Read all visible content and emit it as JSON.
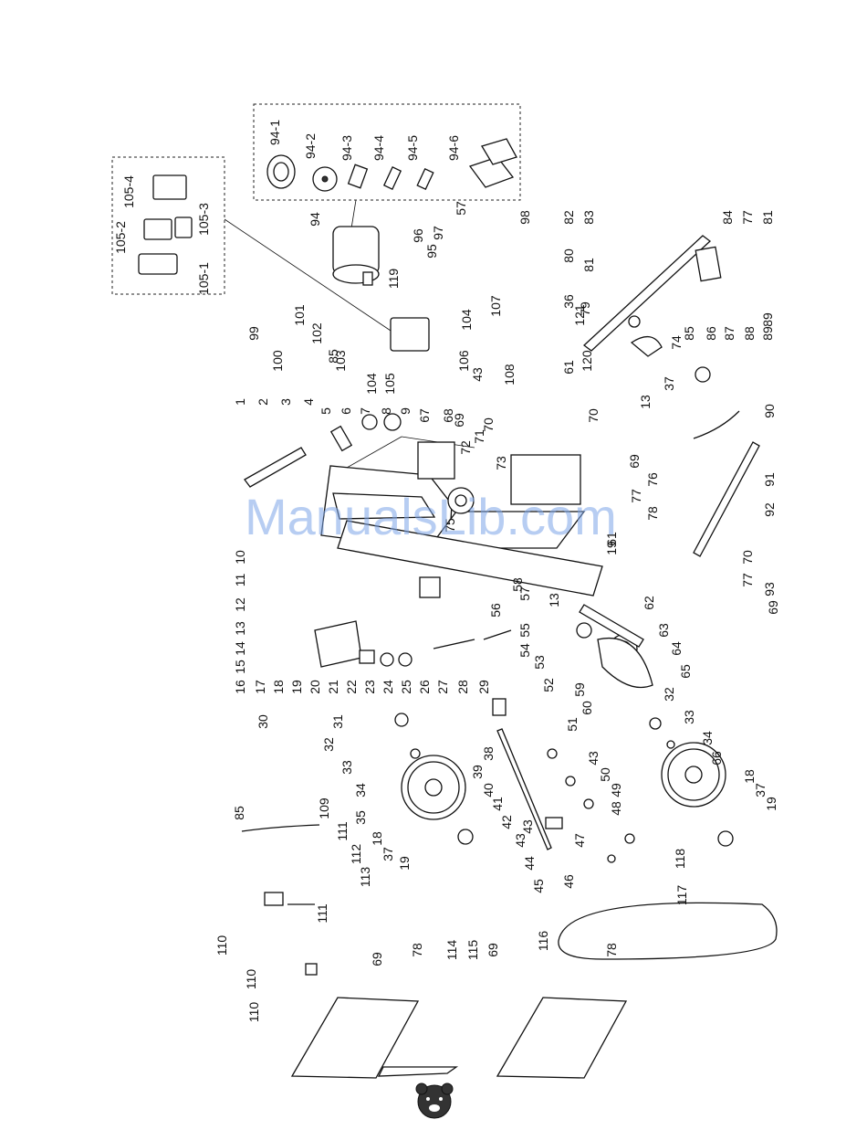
{
  "watermark": "ManualsLib.com",
  "logo": {
    "icon": "bear-head-logo"
  },
  "insets": [
    {
      "name": "motor-parts-inset",
      "callouts": [
        "94-1",
        "94-2",
        "94-3",
        "94-4",
        "94-5",
        "94-6"
      ]
    },
    {
      "name": "switch-parts-inset",
      "callouts": [
        "105-4",
        "105-2",
        "105-3",
        "105-1"
      ]
    }
  ],
  "callouts": [
    "1",
    "2",
    "3",
    "4",
    "5",
    "6",
    "7",
    "8",
    "9",
    "10",
    "11",
    "12",
    "13",
    "14",
    "15",
    "16",
    "17",
    "18",
    "19",
    "20",
    "21",
    "22",
    "23",
    "24",
    "25",
    "26",
    "27",
    "28",
    "29",
    "30",
    "31",
    "32",
    "33",
    "34",
    "35",
    "36",
    "37",
    "38",
    "39",
    "40",
    "41",
    "42",
    "43",
    "44",
    "45",
    "46",
    "47",
    "48",
    "49",
    "50",
    "51",
    "52",
    "53",
    "54",
    "55",
    "56",
    "57",
    "58",
    "59",
    "60",
    "61",
    "62",
    "63",
    "64",
    "65",
    "66",
    "67",
    "68",
    "69",
    "70",
    "71",
    "72",
    "73",
    "74",
    "75",
    "76",
    "77",
    "78",
    "79",
    "80",
    "81",
    "82",
    "83",
    "84",
    "85",
    "86",
    "87",
    "88",
    "89",
    "90",
    "91",
    "92",
    "93",
    "94",
    "95",
    "96",
    "97",
    "98",
    "99",
    "100",
    "101",
    "102",
    "103",
    "104",
    "105",
    "106",
    "107",
    "108",
    "109",
    "110",
    "111",
    "112",
    "113",
    "114",
    "115",
    "116",
    "117",
    "118",
    "119",
    "120",
    "121",
    "94-1",
    "94-2",
    "94-3",
    "94-4",
    "94-5",
    "94-6",
    "105-1",
    "105-2",
    "105-3",
    "105-4"
  ]
}
